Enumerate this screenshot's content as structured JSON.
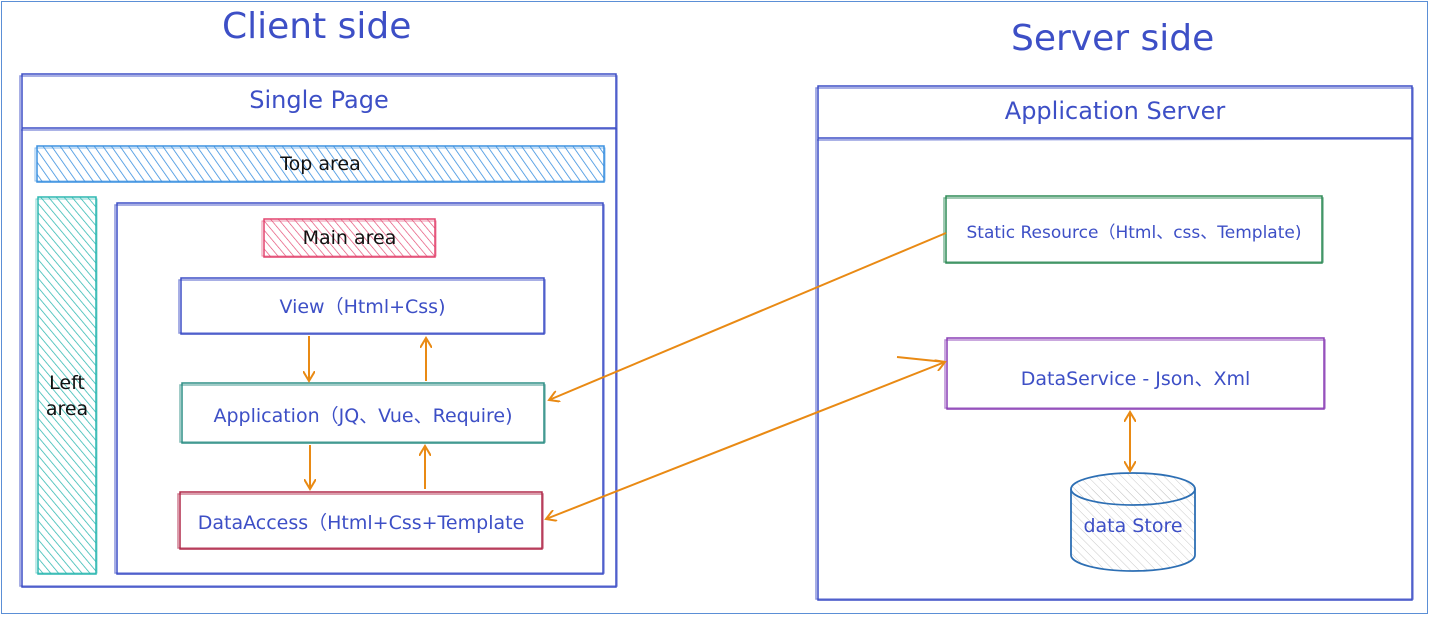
{
  "client": {
    "title": "Client side",
    "page_label": "Single Page",
    "top_area": "Top area",
    "left_area_line1": "Left",
    "left_area_line2": "area",
    "main_area": "Main area",
    "view": "View（Html+Css)",
    "application": "Application（JQ、Vue、Require)",
    "data_access": "DataAccess（Html+Css+Template"
  },
  "server": {
    "title": "Server side",
    "app_server": "Application Server",
    "static_resource": "Static Resource（Html、css、Template)",
    "data_service": "DataService - Json、Xml",
    "data_store": "data Store"
  },
  "colors": {
    "blue": "#3d4fc6",
    "frame": "#5b8fd6",
    "orange": "#e98a14",
    "teal": "#2f8f86",
    "green": "#2e8b57",
    "crimson": "#b02a4a",
    "purple": "#8a3fb5",
    "hatch_blue": "#3a90e0",
    "hatch_teal": "#2bb7b0",
    "hatch_pink": "#e2446e",
    "store_blue": "#2d6fb4"
  }
}
